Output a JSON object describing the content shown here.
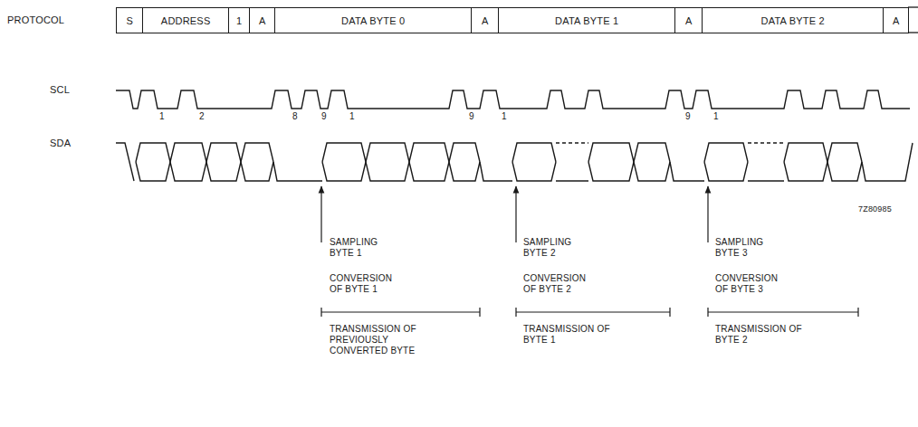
{
  "diagram": {
    "nodes": [
      {
        "text": [
          "S"
        ]
      },
      {
        "text": [
          "ADDRESS"
        ]
      },
      {
        "text": [
          "1"
        ]
      },
      {
        "text": [
          "A"
        ]
      },
      {
        "text": [
          "DATA BYTE 0"
        ]
      },
      {
        "text": [
          "A"
        ]
      },
      {
        "text": [
          "DATA BYTE 1"
        ]
      },
      {
        "text": [
          "A"
        ]
      },
      {
        "text": [
          "DATA BYTE 2"
        ]
      },
      {
        "text": [
          "A"
        ]
      }
    ],
    "labels": [
      "PROTOCOL",
      "SCL",
      "SDA",
      "1",
      "2",
      "8",
      "9",
      "1",
      "9",
      "1",
      "9",
      "1",
      "7Z80985",
      "SAMPLING BYTE 1",
      "SAMPLING BYTE 2",
      "SAMPLING BYTE 3",
      "CONVERSION OF BYTE 1",
      "CONVERSION OF BYTE 2",
      "CONVERSION OF BYTE 3",
      "TRANSMISSION OF PREVIOUSLY CONVERTED BYTE",
      "TRANSMISSION OF BYTE 1",
      "TRANSMISSION OF BYTE 2"
    ]
  }
}
